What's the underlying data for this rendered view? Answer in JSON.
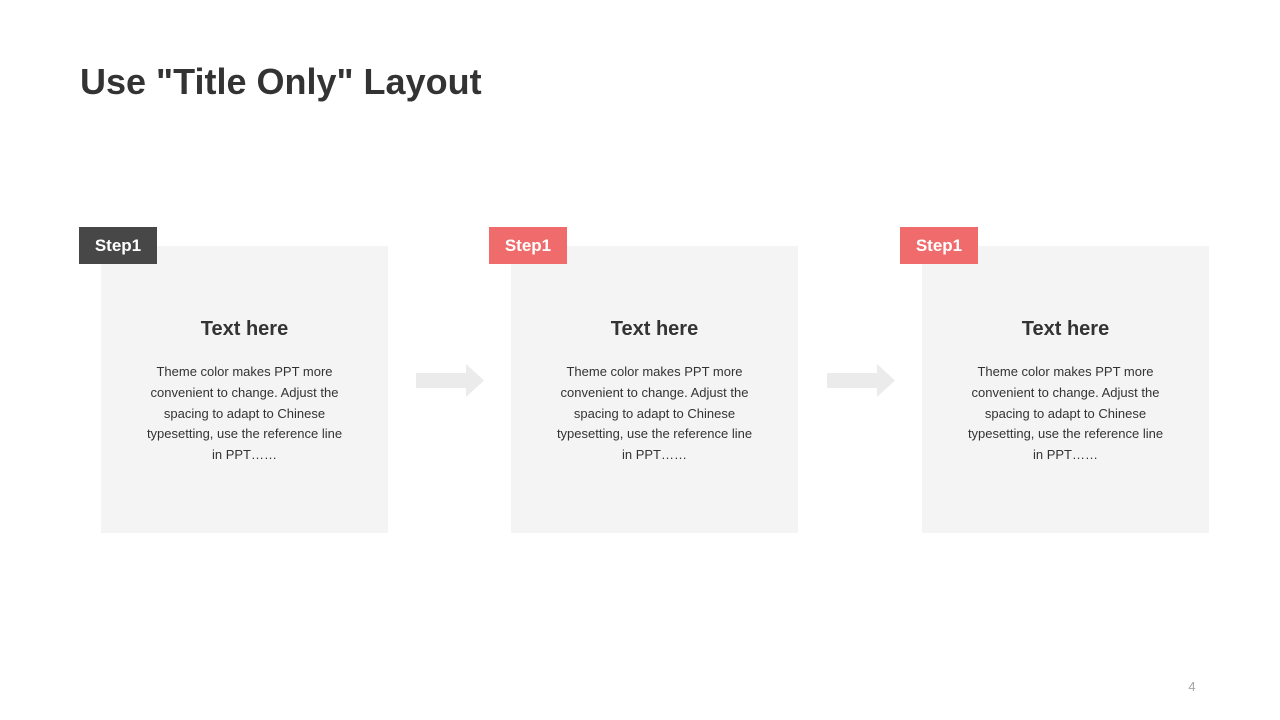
{
  "slide": {
    "title": "Use \"Title Only\" Layout",
    "page_number": "4"
  },
  "colors": {
    "tag_dark": "#474747",
    "tag_accent": "#f06b6b",
    "card_bg": "#f4f4f4",
    "arrow": "#ebebeb",
    "text": "#333333"
  },
  "steps": [
    {
      "tag": "Step1",
      "heading": "Text here",
      "body": "Theme color makes PPT more convenient  to change. Adjust the spacing to adapt to Chinese typesetting, use the reference line  in PPT……"
    },
    {
      "tag": "Step1",
      "heading": "Text here",
      "body": "Theme color makes PPT more convenient  to change. Adjust the spacing to adapt to Chinese typesetting, use the reference line  in PPT……"
    },
    {
      "tag": "Step1",
      "heading": "Text here",
      "body": "Theme color makes PPT more convenient  to change. Adjust the spacing to adapt to Chinese typesetting, use the reference line  in PPT……"
    }
  ],
  "icons": {
    "connector": "arrow-right-icon"
  }
}
